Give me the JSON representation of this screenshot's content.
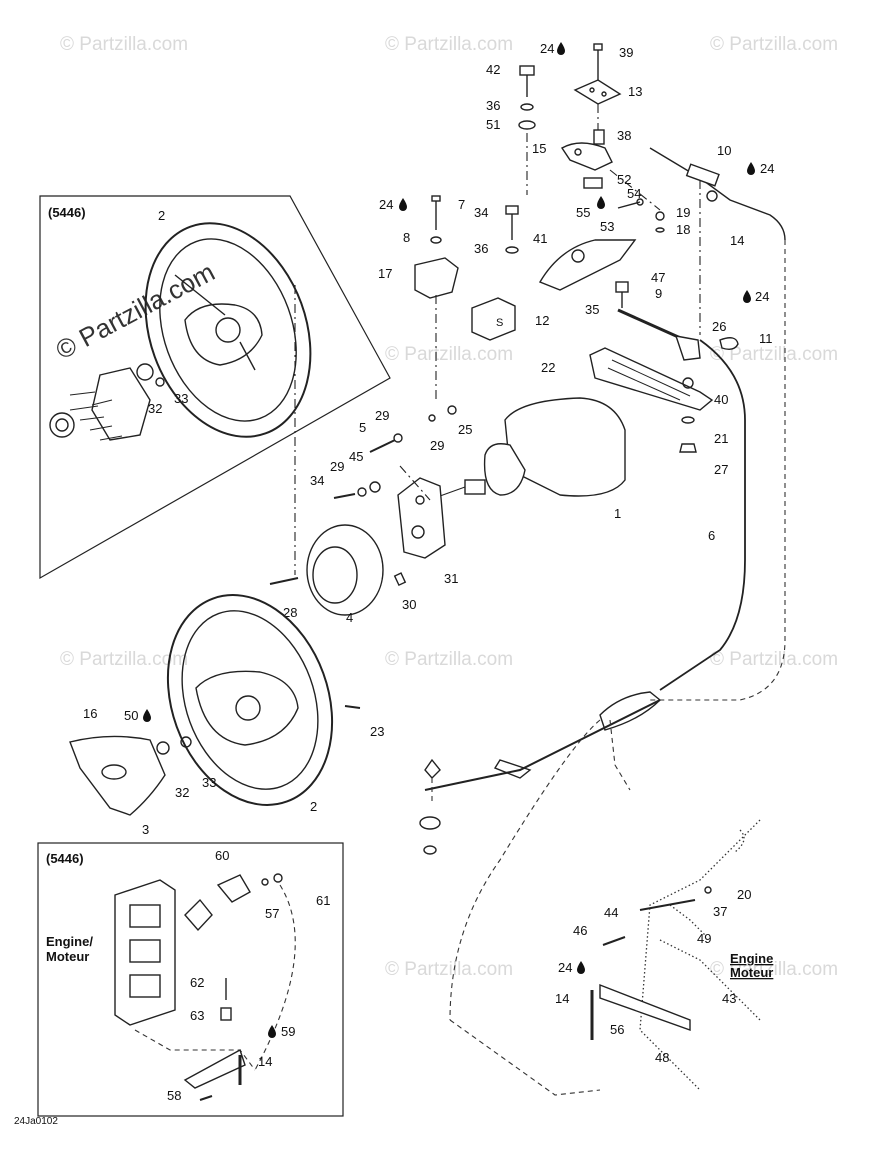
{
  "watermark": "© Partzilla.com",
  "inset_top": {
    "label": "(5446)",
    "watermark": "© Partzilla.com"
  },
  "inset_bottom": {
    "label": "(5446)",
    "engine_label_line1": "Engine/",
    "engine_label_line2": "Moteur"
  },
  "engine_label_right": {
    "line1": "Engine",
    "line2": "Moteur"
  },
  "drawing_code": "24Ja0102",
  "callouts": {
    "c24a": "24",
    "c39": "39",
    "c42": "42",
    "c13": "13",
    "c36a": "36",
    "c51": "51",
    "c38": "38",
    "c15": "15",
    "c10": "10",
    "c24b": "24",
    "c52": "52",
    "c54": "54",
    "c14a": "14",
    "c55": "55",
    "c19": "19",
    "c53": "53",
    "c18": "18",
    "c24c": "24",
    "c7": "7",
    "c34a": "34",
    "c8": "8",
    "c36b": "36",
    "c41": "41",
    "c17": "17",
    "c47": "47",
    "c9": "9",
    "c24d": "24",
    "c35": "35",
    "c12": "12",
    "c26": "26",
    "c11": "11",
    "c22": "22",
    "c40": "40",
    "c21": "21",
    "c27": "27",
    "c29a": "29",
    "c25": "25",
    "c5": "5",
    "c29b": "29",
    "c45": "45",
    "c34b": "34",
    "c1": "1",
    "c6": "6",
    "c31": "31",
    "c28": "28",
    "c4": "4",
    "c30": "30",
    "c2a": "2",
    "c32a": "32",
    "c33a": "33",
    "c16": "16",
    "c50": "50",
    "c23": "23",
    "c32b": "32",
    "c33b": "33",
    "c2b": "2",
    "c3": "3",
    "c60": "60",
    "c57": "57",
    "c61": "61",
    "c62": "62",
    "c63": "63",
    "c59": "59",
    "c58": "58",
    "c14b": "14",
    "c20": "20",
    "c44": "44",
    "c37": "37",
    "c46": "46",
    "c49": "49",
    "c24e": "24",
    "c14c": "14",
    "c56": "56",
    "c43": "43",
    "c48": "48"
  }
}
